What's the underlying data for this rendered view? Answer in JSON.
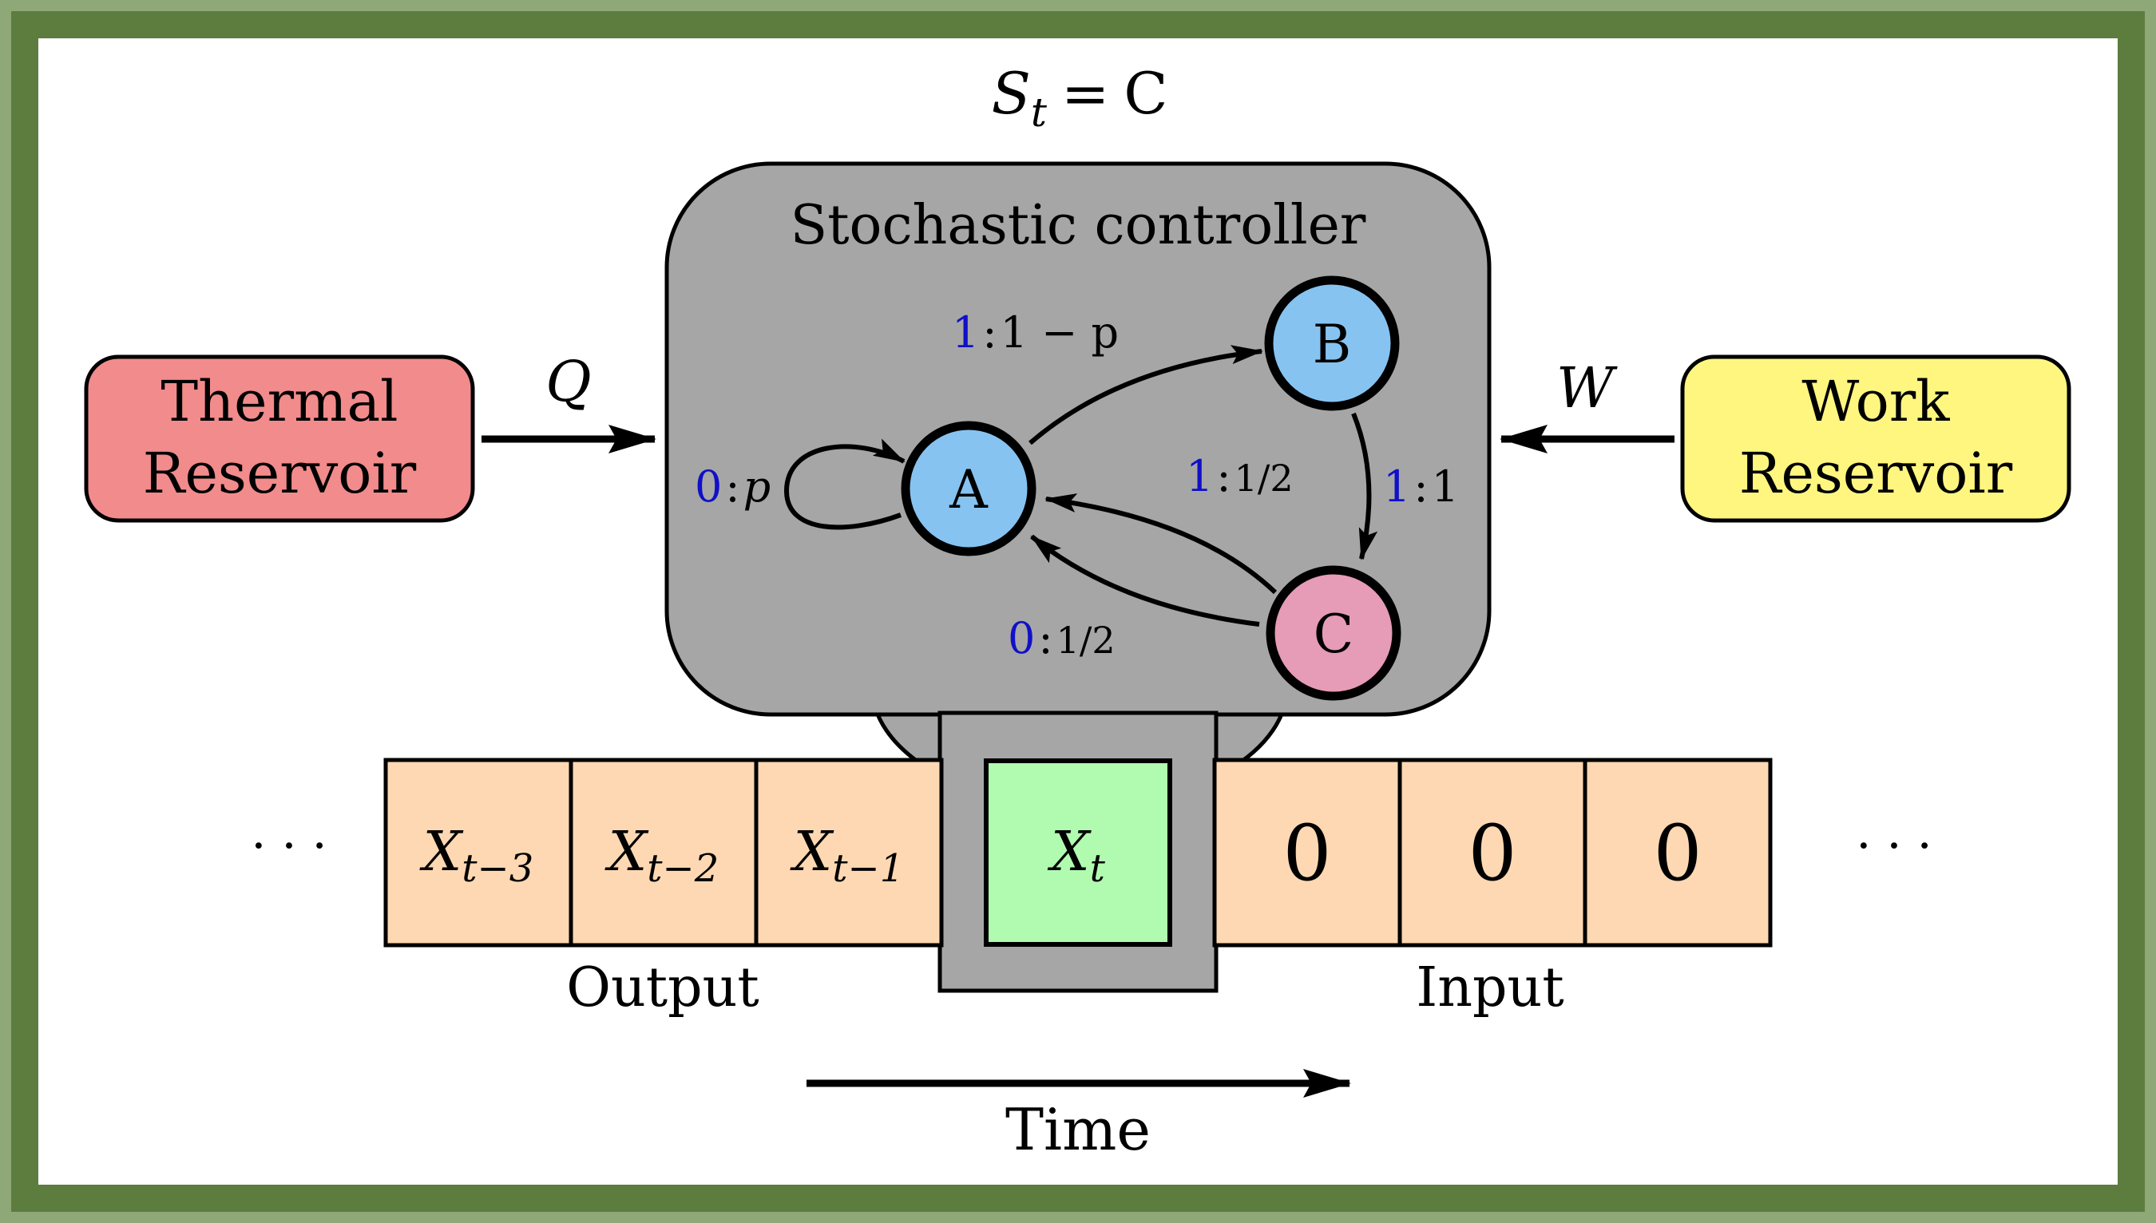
{
  "state": {
    "var": "S",
    "sub": "t",
    "eq": "=",
    "value": "C"
  },
  "controller": {
    "title": "Stochastic controller",
    "nodes": {
      "a": "A",
      "b": "B",
      "c": "C"
    },
    "edges": {
      "a_self": {
        "in": "0",
        "sep": ":",
        "prob": "p"
      },
      "a_to_b": {
        "in": "1",
        "sep": ":",
        "prob": "1 − p"
      },
      "c_to_a": {
        "in": "1",
        "sep": ":",
        "prob": "1/2"
      },
      "b_to_c": {
        "in": "1",
        "sep": ":",
        "prob": "1"
      },
      "c_to_a2": {
        "in": "0",
        "sep": ":",
        "prob": "1/2"
      }
    }
  },
  "thermal": {
    "line1": "Thermal",
    "line2": "Reservoir",
    "flow": "Q"
  },
  "work": {
    "line1": "Work",
    "line2": "Reservoir",
    "flow": "W"
  },
  "tape": {
    "ellipsis_left": "· · ·",
    "ellipsis_right": "· · ·",
    "output_cells": [
      {
        "var": "X",
        "sub": "t−3"
      },
      {
        "var": "X",
        "sub": "t−2"
      },
      {
        "var": "X",
        "sub": "t−1"
      }
    ],
    "current_cell": {
      "var": "X",
      "sub": "t"
    },
    "input_cells": [
      "0",
      "0",
      "0"
    ],
    "output_label": "Output",
    "input_label": "Input"
  },
  "time_label": "Time",
  "colors": {
    "frame_outer": "#8fa878",
    "frame_inner": "#5c7d3e",
    "controller": "#a6a6a6",
    "thermal": "#f28b8b",
    "work": "#fff680",
    "tape": "#fdd8b3",
    "current": "#b1fbb0",
    "node_ab": "#86c3f1",
    "node_c": "#e69bb6",
    "input_symbol": "#1010c8"
  }
}
